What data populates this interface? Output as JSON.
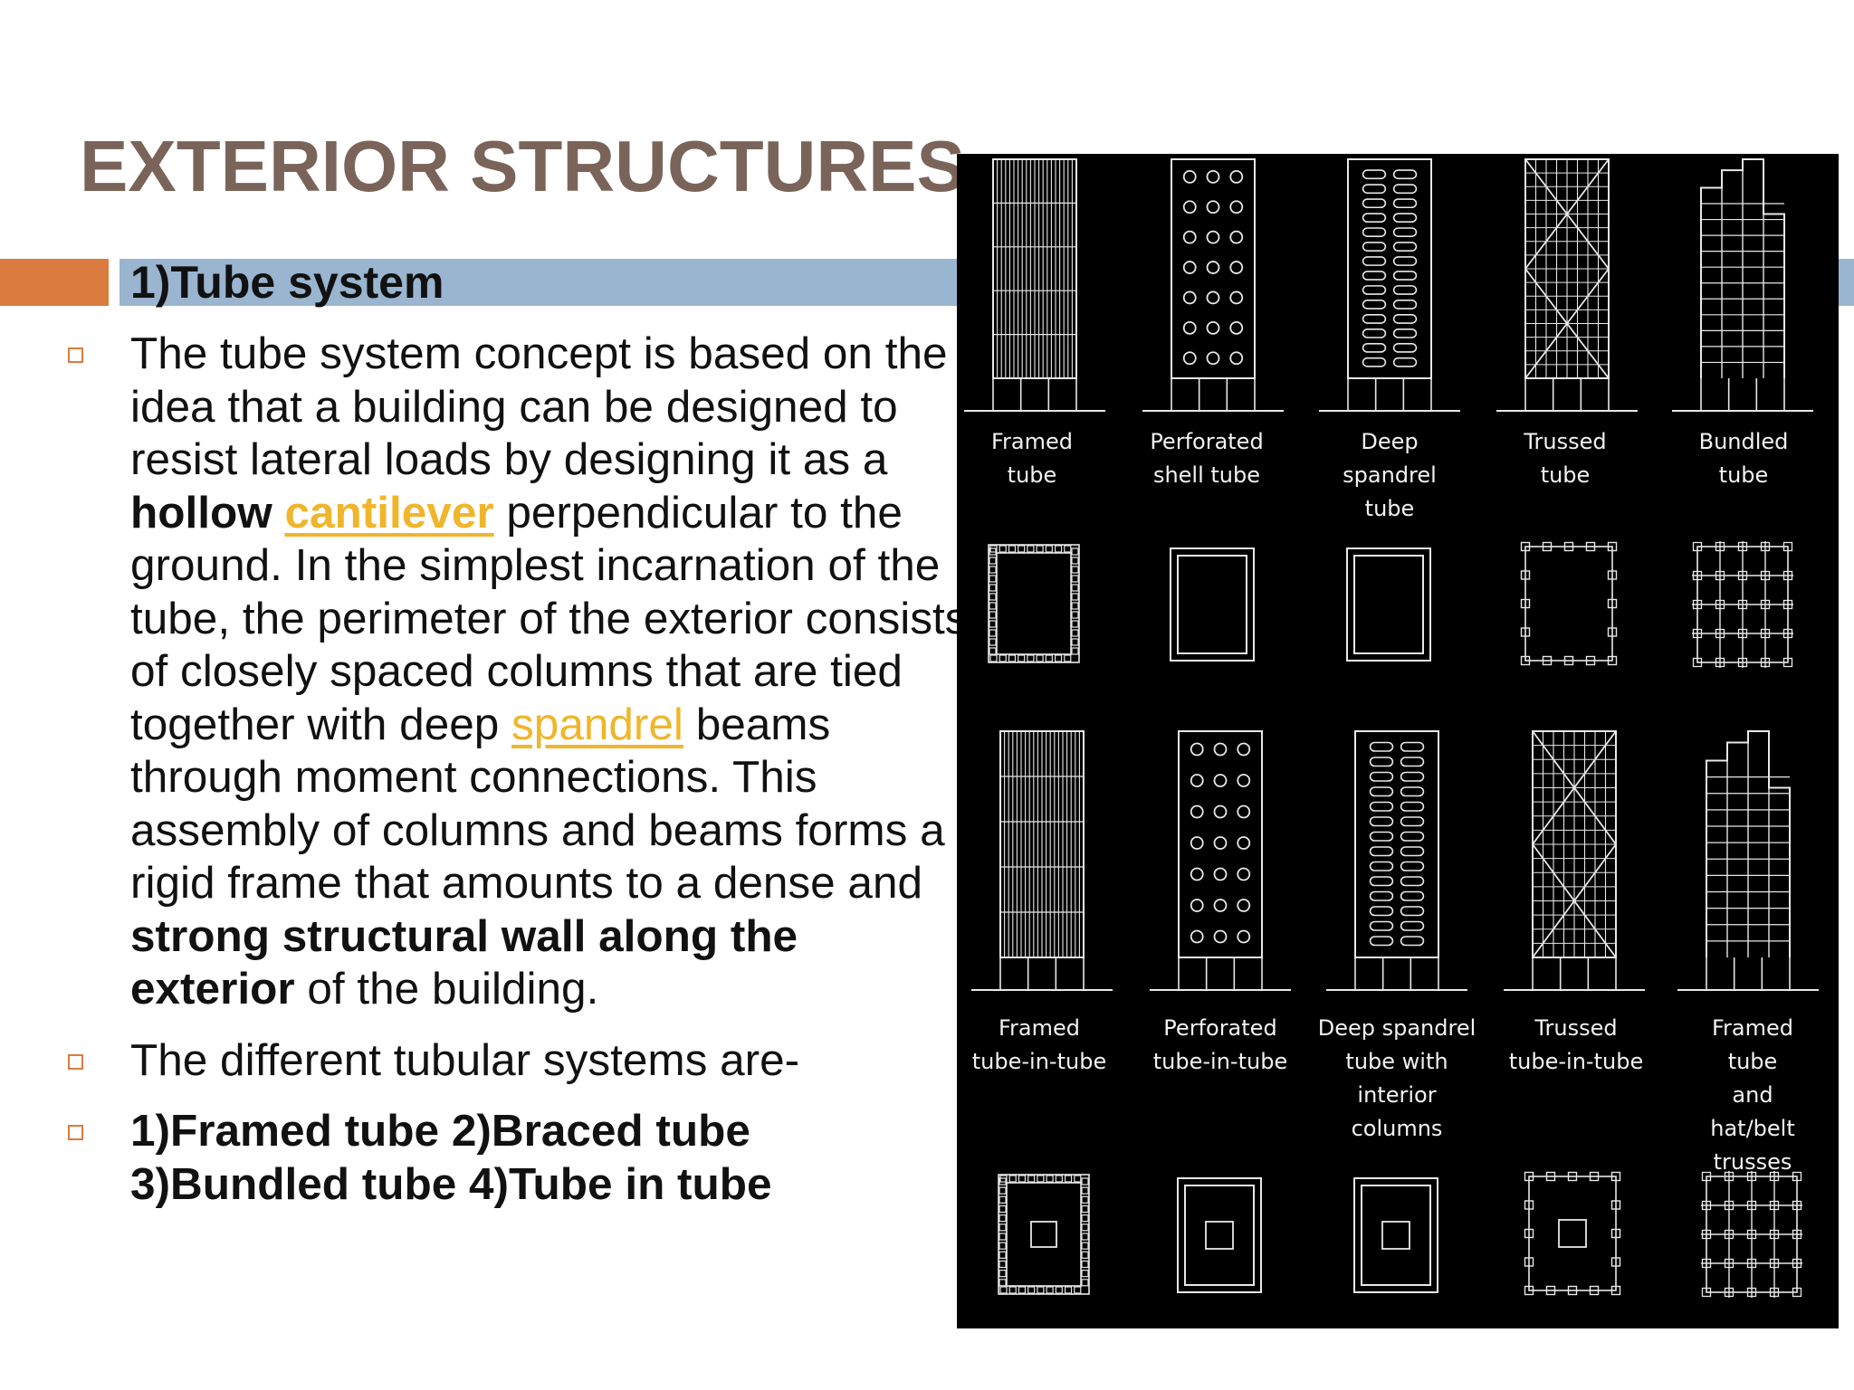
{
  "slide": {
    "title": "EXTERIOR STRUCTURES",
    "section_heading": "1)Tube system",
    "paragraph": {
      "part1": "The tube system concept is based on the idea that a building can be designed to resist lateral loads by designing it as a ",
      "bold1": "hollow",
      "link1": "cantilever",
      "part2": " perpendicular to the ground. In the simplest incarnation of the tube, the perimeter of the exterior consists of closely spaced columns that are tied together with deep ",
      "link2": "spandrel",
      "part3": " beams through moment connections. This assembly of columns and beams forms a rigid frame that amounts to a dense and ",
      "bold2": "strong structural wall along the exterior",
      "part4": " of the building."
    },
    "bullet2": "The different tubular systems are-",
    "bullet3_line1": "1)Framed tube  2)Braced tube",
    "bullet3_line2": "3)Bundled tube  4)Tube in tube"
  },
  "diagram": {
    "row1_labels": [
      "Framed\ntube",
      "Perforated\nshell tube",
      "Deep\nspandrel\ntube",
      "Trussed\ntube",
      "Bundled\ntube"
    ],
    "row2_labels": [
      "Framed\ntube-in-tube",
      "Perforated\ntube-in-tube",
      "Deep spandrel\ntube with\ninterior\ncolumns",
      "Trussed\ntube-in-tube",
      "Framed tube\nand\nhat/belt\ntrusses"
    ]
  },
  "colors": {
    "title": "#7a645a",
    "accent_orange": "#dc7b3e",
    "heading_bar": "#99b5cf",
    "link": "#f0b52a"
  }
}
